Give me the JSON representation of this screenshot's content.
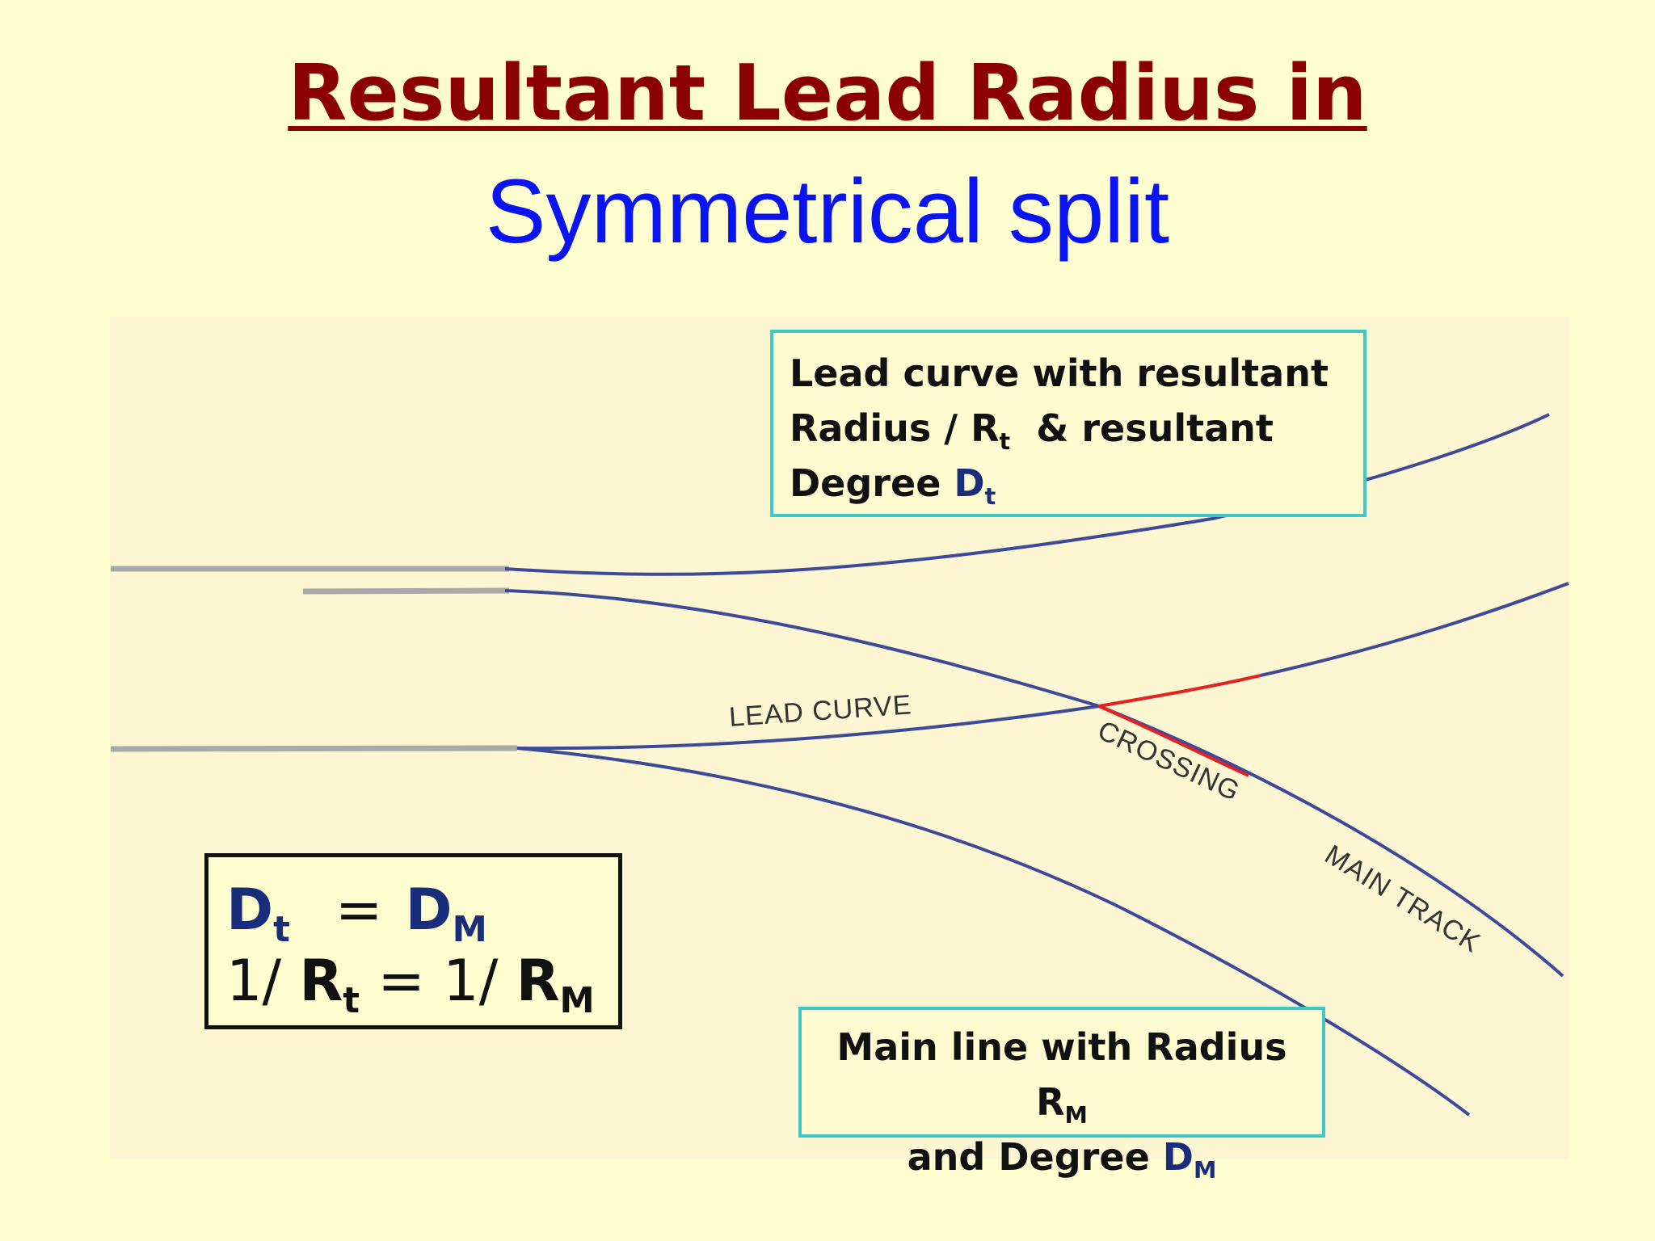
{
  "title": {
    "line1": "Resultant Lead Radius in",
    "line2": "Symmetrical split"
  },
  "callout_top": {
    "line1": "Lead curve with resultant",
    "line2_pre": "Radius / R",
    "line2_sub": "t",
    "line2_post": "  & resultant",
    "line3_pre": "Degree ",
    "line3_var": "D",
    "line3_sub": "t"
  },
  "callout_bottom": {
    "line1_pre": "Main line with Radius R",
    "line1_sub": "M",
    "line2_pre": "and Degree ",
    "line2_var": "D",
    "line2_sub": "M"
  },
  "formula": {
    "row1_left": "D",
    "row1_left_sub": "t",
    "row1_eq": "=",
    "row1_right": "D",
    "row1_right_sub": "M",
    "row2_prefix1": "1/ ",
    "row2_left": "R",
    "row2_left_sub": "t",
    "row2_eq": " = 1/ ",
    "row2_right": "R",
    "row2_right_sub": "M"
  },
  "diagram_labels": {
    "lead_curve": "LEAD CURVE",
    "crossing": "CROSSING",
    "main_track": "MAIN TRACK"
  },
  "colors": {
    "title_red": "#8b0000",
    "title_blue": "#0a14f0",
    "track_blue": "#3d4a9a",
    "track_grey": "#a9a9a9",
    "crossing_red": "#e52222",
    "callout_border": "#40c8c8",
    "variable_navy": "#1a2d7a"
  }
}
